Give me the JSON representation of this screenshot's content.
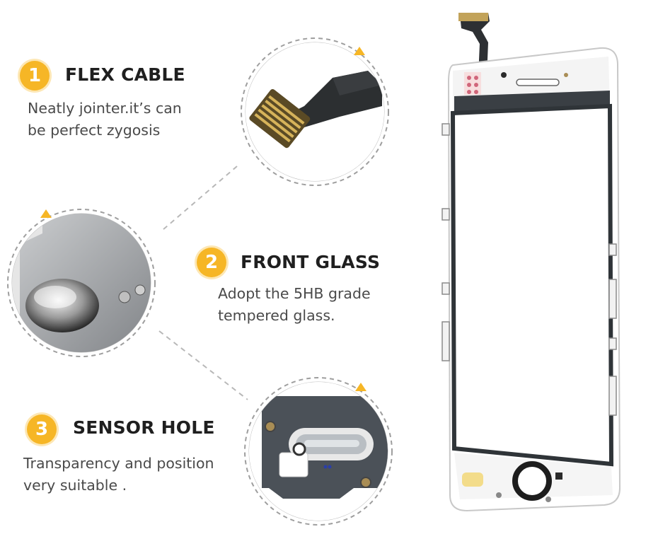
{
  "features": [
    {
      "number": "1",
      "title": "FLEX CABLE",
      "desc_lines": [
        "Neatly jointer.it’s can",
        "be perfect zygosis"
      ]
    },
    {
      "number": "2",
      "title": "FRONT GLASS",
      "desc_lines": [
        "Adopt the 5HB grade",
        "tempered glass."
      ]
    },
    {
      "number": "3",
      "title": "SENSOR HOLE",
      "desc_lines": [
        "Transparency and position",
        "very suitable ."
      ]
    }
  ],
  "colors": {
    "accent": "#f6b626",
    "frame": "#ffffff",
    "glass_border": "#2f3438",
    "dash": "#b8b8b8"
  },
  "icons": [
    "flex-cable-closeup",
    "water-drop-closeup",
    "sensor-hole-closeup",
    "screen-assembly"
  ]
}
